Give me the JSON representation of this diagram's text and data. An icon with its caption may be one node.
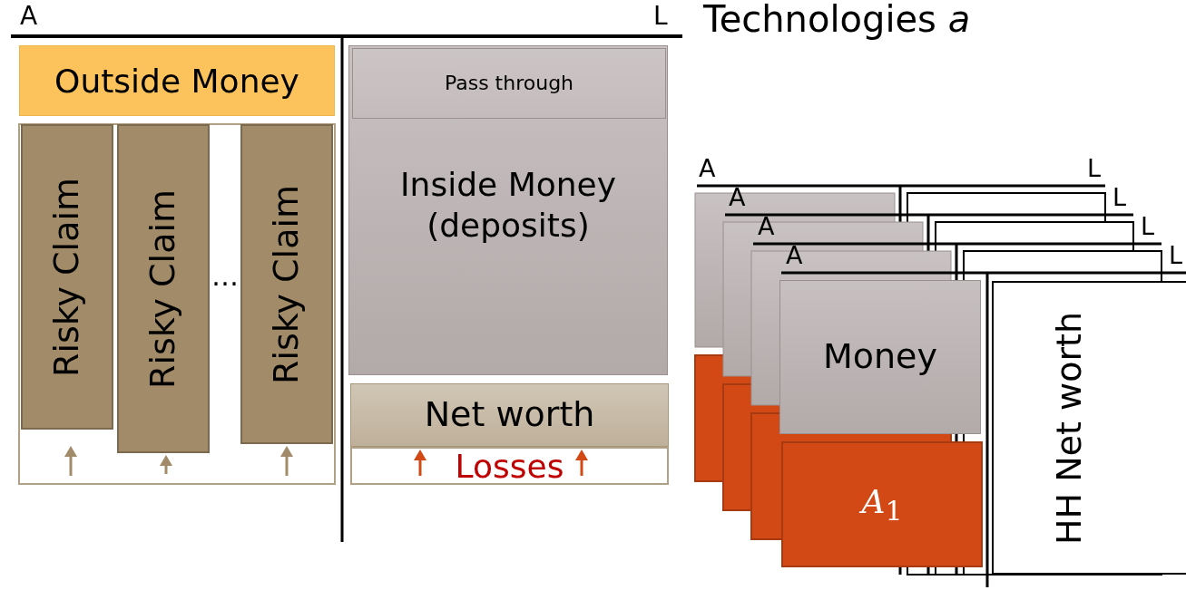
{
  "diagram": {
    "nodes": [
      {
        "text": [
          "Outside Money"
        ]
      },
      {
        "text": [
          "Risky Claim"
        ]
      },
      {
        "text": [
          "Risky Claim"
        ]
      },
      {
        "text": [
          "Risky Claim"
        ]
      },
      {
        "text": [
          "Inside Money (deposits)"
        ]
      },
      {
        "text": [
          "Pass through"
        ],
        "in": 4
      },
      {
        "text": [
          "Net worth"
        ]
      },
      {
        "text": [
          "Losses"
        ]
      },
      {
        "text": [
          "Money"
        ]
      },
      {
        "text": [
          "*A*$_{1}$"
        ]
      },
      {
        "text": [
          "HH Net worth"
        ]
      }
    ],
    "labels": [
      "Technologies *a*",
      "A",
      "L",
      "…",
      "A",
      "L",
      "A",
      "L",
      "A",
      "L",
      "A",
      "L"
    ]
  }
}
